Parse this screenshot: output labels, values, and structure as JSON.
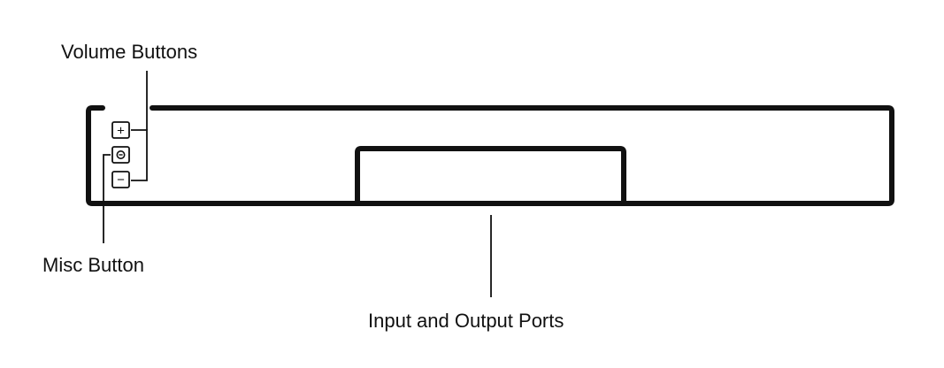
{
  "labels": {
    "volume_buttons": "Volume Buttons",
    "misc_button": "Misc Button",
    "ports": "Input and Output Ports"
  },
  "button_symbols": {
    "plus": "+",
    "minus": "−"
  },
  "colors": {
    "stroke": "#111111",
    "background": "#ffffff"
  }
}
